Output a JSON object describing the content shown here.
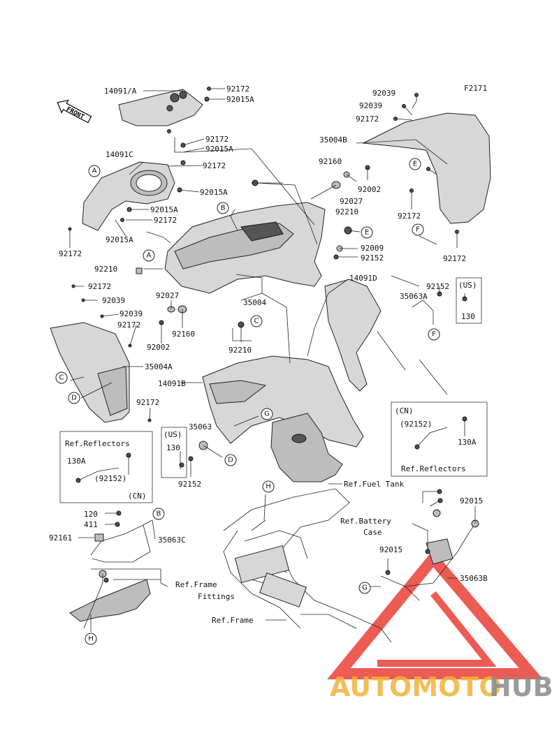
{
  "figure_code": "F2171",
  "front_label": "FRONT",
  "part_labels": [
    "14091/A",
    "92172",
    "92015A",
    "92172",
    "92015A",
    "14091C",
    "92172",
    "92015A",
    "92015A",
    "92172",
    "92172",
    "92015A",
    "92210",
    "92172",
    "92039",
    "92039",
    "92172",
    "35004A",
    "92172",
    "92027",
    "92160",
    "92002",
    "92210",
    "35004",
    "92039",
    "92039",
    "92172",
    "35004B",
    "92160",
    "92002",
    "92027",
    "92210",
    "92009",
    "92152",
    "92172",
    "92172",
    "14091D",
    "92152",
    "35063A",
    "130",
    "(US)",
    "14091B",
    "35063",
    "(US)",
    "130",
    "92152",
    "130A",
    "(92152)",
    "(CN)",
    "(CN)",
    "(92152)",
    "130A",
    "120",
    "411",
    "92161",
    "35063C",
    "92015",
    "92015",
    "35063B"
  ],
  "reference_labels": {
    "reflectors_left": "Ref.Reflectors",
    "reflectors_right": "Ref.Reflectors",
    "fuel_tank": "Ref.Fuel Tank",
    "battery_case_line1": "Ref.Battery",
    "battery_case_line2": "Case",
    "frame_fittings_line1": "Ref.Frame",
    "frame_fittings_line2": "Fittings",
    "frame": "Ref.Frame"
  },
  "callout_letters": [
    "A",
    "A",
    "B",
    "B",
    "C",
    "C",
    "D",
    "D",
    "E",
    "E",
    "F",
    "F",
    "G",
    "G",
    "H",
    "H"
  ],
  "watermark": {
    "auto": "AUTOMOTO",
    "hub": "HUB"
  },
  "colors": {
    "watermark_red": "#e8332a",
    "watermark_orange": "#f2b23a",
    "watermark_gray": "#8a8a8a",
    "line": "#222222"
  }
}
